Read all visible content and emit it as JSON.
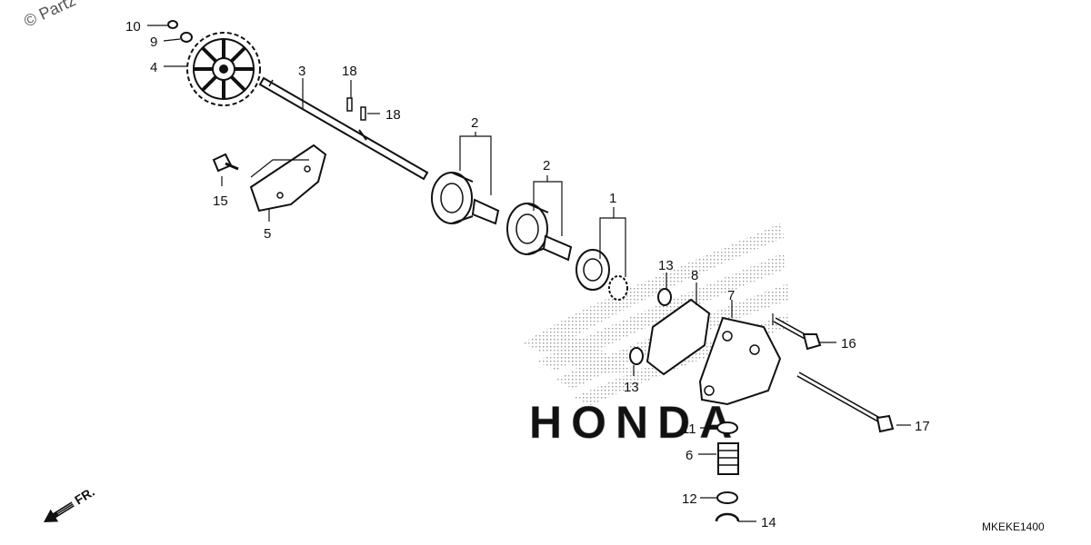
{
  "copyright": "© Partz",
  "diagram_code": "MKEKE1400",
  "direction_label": "FR.",
  "watermark": "HONDA",
  "callouts": [
    {
      "id": "c10",
      "number": "10"
    },
    {
      "id": "c9",
      "number": "9"
    },
    {
      "id": "c4",
      "number": "4"
    },
    {
      "id": "c3",
      "number": "3"
    },
    {
      "id": "c18a",
      "number": "18"
    },
    {
      "id": "c18b",
      "number": "18"
    },
    {
      "id": "c15",
      "number": "15"
    },
    {
      "id": "c5",
      "number": "5"
    },
    {
      "id": "c2a",
      "number": "2"
    },
    {
      "id": "c2b",
      "number": "2"
    },
    {
      "id": "c1",
      "number": "1"
    },
    {
      "id": "c13a",
      "number": "13"
    },
    {
      "id": "c8",
      "number": "8"
    },
    {
      "id": "c7",
      "number": "7"
    },
    {
      "id": "c16",
      "number": "16"
    },
    {
      "id": "c13b",
      "number": "13"
    },
    {
      "id": "c11",
      "number": "11"
    },
    {
      "id": "c17",
      "number": "17"
    },
    {
      "id": "c6",
      "number": "6"
    },
    {
      "id": "c12",
      "number": "12"
    },
    {
      "id": "c14",
      "number": "14"
    }
  ]
}
